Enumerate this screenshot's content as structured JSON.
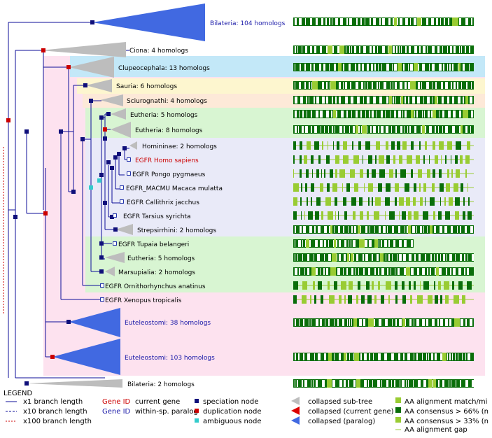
{
  "colors": {
    "paralog_collapsed": "#4169e1",
    "collapsed_gray": "#bdbdbd",
    "speciation": "#0f0f7a",
    "duplication": "#cc0000",
    "ambiguous": "#33cccc",
    "current_gene": "#cc0000",
    "within_paralog": "#1a1aa8",
    "branch": "#0d0d99",
    "aa_dark": "#0a6e0a",
    "aa_light": "#99cc33"
  },
  "nodes": [
    {
      "label": "Bilateria: 104 homologs",
      "kind": "paralog"
    },
    {
      "label": "Ciona: 4 homologs",
      "kind": "collapsed"
    },
    {
      "label": "Clupeocephala: 13 homologs",
      "kind": "collapsed"
    },
    {
      "label": "Sauria: 6 homologs",
      "kind": "collapsed"
    },
    {
      "label": "Sciurognathi: 4 homologs",
      "kind": "collapsed"
    },
    {
      "label": "Eutheria: 5 homologs",
      "kind": "collapsed"
    },
    {
      "label": "Eutheria: 8 homologs",
      "kind": "collapsed"
    },
    {
      "label": "Homininae: 2 homologs",
      "kind": "collapsed"
    },
    {
      "label": "EGFR Homo sapiens",
      "kind": "current"
    },
    {
      "label": "EGFR Pongo pygmaeus",
      "kind": "leaf"
    },
    {
      "label": "EGFR_MACMU Macaca mulatta",
      "kind": "leaf"
    },
    {
      "label": "EGFR Callithrix jacchus",
      "kind": "leaf"
    },
    {
      "label": "EGFR Tarsius syrichta",
      "kind": "leaf"
    },
    {
      "label": "Strepsirrhini: 2 homologs",
      "kind": "collapsed"
    },
    {
      "label": "EGFR Tupaia belangeri",
      "kind": "leaf"
    },
    {
      "label": "Eutheria: 5 homologs",
      "kind": "collapsed"
    },
    {
      "label": "Marsupialia: 2 homologs",
      "kind": "collapsed"
    },
    {
      "label": "EGFR Ornithorhynchus anatinus",
      "kind": "leaf"
    },
    {
      "label": "EGFR Xenopus tropicalis",
      "kind": "leaf"
    },
    {
      "label": "Euteleostomi: 38 homologs",
      "kind": "paralog"
    },
    {
      "label": "Euteleostomi: 103 homologs",
      "kind": "paralog"
    },
    {
      "label": "Bilateria: 2 homologs",
      "kind": "collapsed"
    }
  ],
  "legend": {
    "title": "LEGEND",
    "branch_x1": "x1 branch length",
    "branch_x10": "x10 branch length",
    "branch_x100": "x100 branch length",
    "gene_id": "Gene ID",
    "current_gene": "current gene",
    "within_paralog": "within-sp. paralog",
    "speciation": "speciation node",
    "duplication": "duplication node",
    "ambiguous": "ambiguous node",
    "collapsed_subtree": "collapsed sub-tree",
    "collapsed_current": "collapsed (current gene)",
    "collapsed_paralog": "collapsed (paralog)",
    "aa_match": "AA alignment match/mi",
    "aa_consensus_66": "AA consensus > 66% (n",
    "aa_consensus_33": "AA consensus > 33% (n",
    "aa_gap": "AA alignment gap"
  }
}
